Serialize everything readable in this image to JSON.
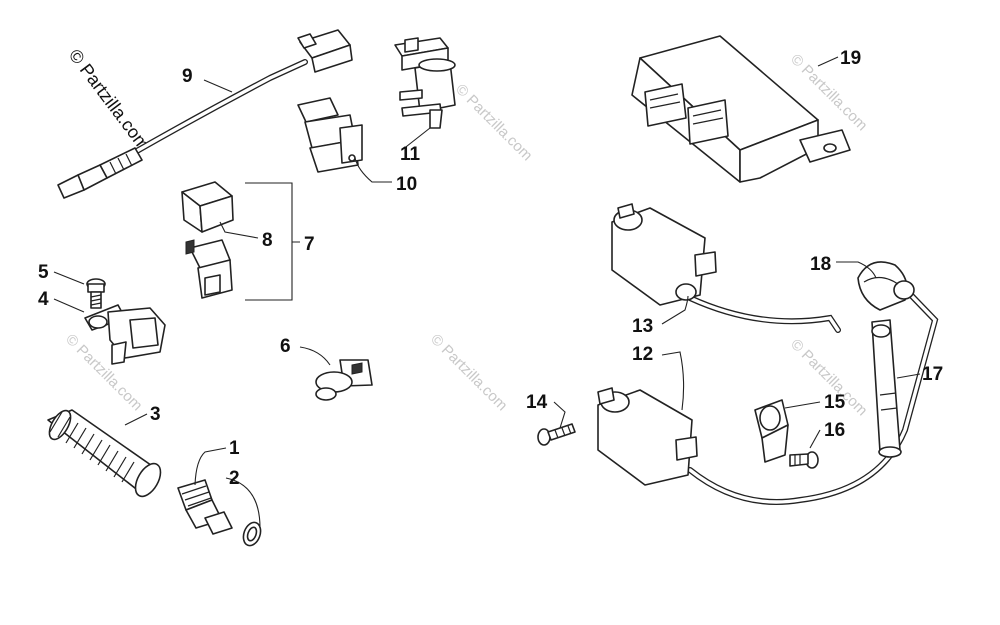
{
  "watermark": {
    "main_text": "© Partzilla.com",
    "faint_text": "© Partzilla.com"
  },
  "callouts": {
    "n1": "1",
    "n2": "2",
    "n3": "3",
    "n4": "4",
    "n5": "5",
    "n6": "6",
    "n7": "7",
    "n8": "8",
    "n9": "9",
    "n10": "10",
    "n11": "11",
    "n12": "12",
    "n13": "13",
    "n14": "14",
    "n15": "15",
    "n16": "16",
    "n17": "17",
    "n18": "18",
    "n19": "19"
  },
  "colors": {
    "line": "#222222",
    "watermark": "#c8c8c8",
    "background": "#ffffff"
  }
}
